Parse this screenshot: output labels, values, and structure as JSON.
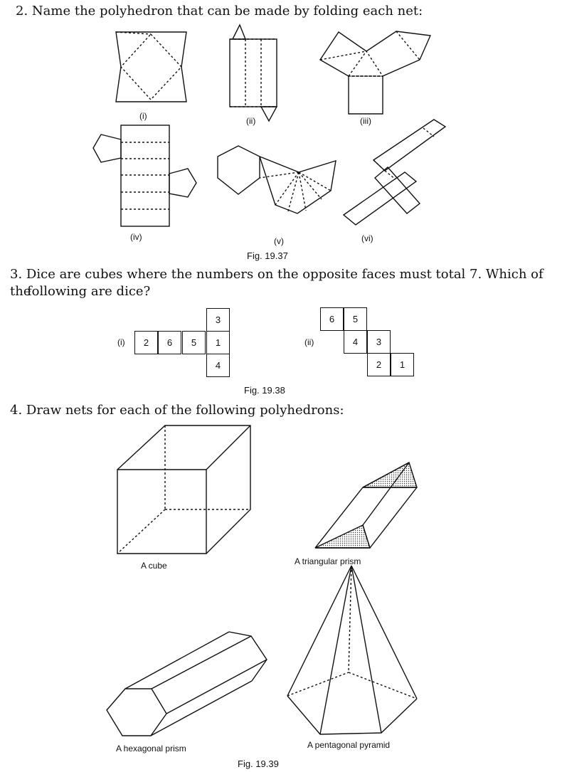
{
  "q2": {
    "number": "2.",
    "text": "Name the polyhedron that can be made by folding each net:"
  },
  "fig37": {
    "labels": [
      "(i)",
      "(ii)",
      "(iii)",
      "(iv)",
      "(v)",
      "(vi)"
    ],
    "caption": "Fig. 19.37"
  },
  "q3": {
    "number": "3.",
    "line1": "Dice are cubes where the numbers on the opposite faces must total 7. Which of the",
    "line2": "following are dice?"
  },
  "fig38": {
    "caption": "Fig. 19.38",
    "net1": {
      "label": "(i)",
      "cells": [
        "3",
        "2",
        "6",
        "5",
        "1",
        "4"
      ]
    },
    "net2": {
      "label": "(ii)",
      "cells": [
        "6",
        "5",
        "4",
        "3",
        "2",
        "1"
      ]
    }
  },
  "q4": {
    "number": "4.",
    "text": "Draw nets for each of the following polyhedrons:"
  },
  "fig39": {
    "caption": "Fig. 19.39",
    "cube": "A cube",
    "triangular_prism": "A triangular prism",
    "hexagonal_prism": "A hexagonal prism",
    "pentagonal_pyramid": "A pentagonal pyramid"
  }
}
